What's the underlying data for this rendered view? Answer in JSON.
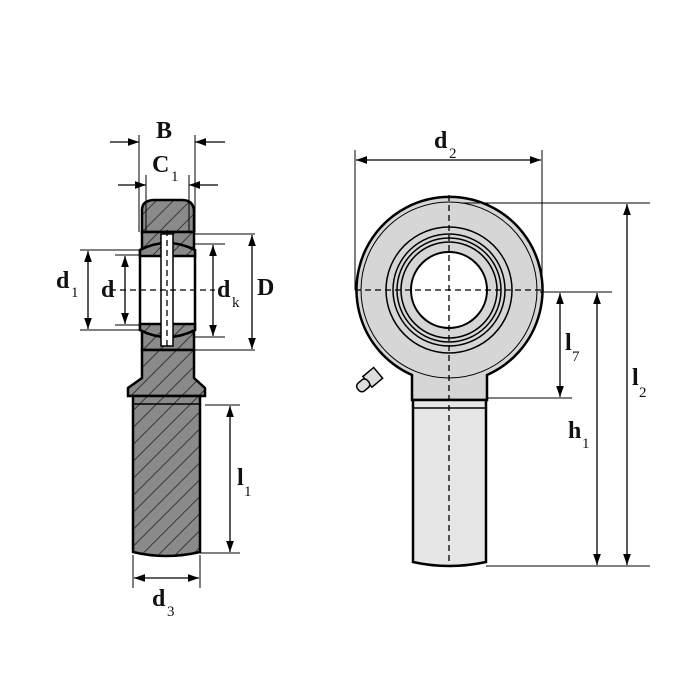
{
  "colors": {
    "section_fill": "#8a8a8a",
    "body_fill": "#d6d6d6",
    "shank_fill": "#e6e6e6",
    "line": "#000000"
  },
  "labels": {
    "B": {
      "main": "B",
      "sub": ""
    },
    "C1": {
      "main": "C",
      "sub": "1"
    },
    "d1": {
      "main": "d",
      "sub": "1"
    },
    "d": {
      "main": "d",
      "sub": ""
    },
    "dk": {
      "main": "d",
      "sub": "k"
    },
    "D": {
      "main": "D",
      "sub": ""
    },
    "l1": {
      "main": "l",
      "sub": "1"
    },
    "d3": {
      "main": "d",
      "sub": "3"
    },
    "d2": {
      "main": "d",
      "sub": "2"
    },
    "l7": {
      "main": "l",
      "sub": "7"
    },
    "h1": {
      "main": "h",
      "sub": "1"
    },
    "l2": {
      "main": "l",
      "sub": "2"
    }
  }
}
